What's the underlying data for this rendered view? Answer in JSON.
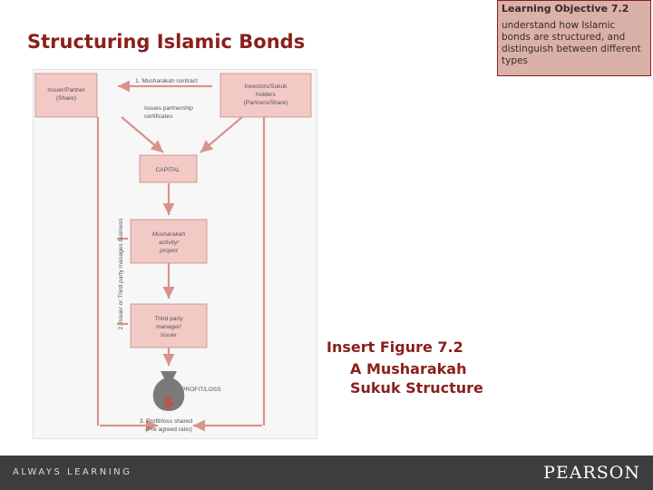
{
  "slide": {
    "title": "Structuring Islamic Bonds"
  },
  "objective": {
    "title": "Learning Objective 7.2",
    "text": "understand how Islamic bonds are structured, and distinguish between different types"
  },
  "figure": {
    "boxes": {
      "issuer": [
        "Issuer/Partner",
        "(Share)"
      ],
      "investors": [
        "Investors/Sukuk",
        "holders",
        "(Partners/Share)"
      ],
      "capital": [
        "CAPITAL"
      ],
      "activity": [
        "Musharakah",
        "activity/",
        "project"
      ],
      "manager": [
        "Third party",
        "manager/",
        "issuer"
      ]
    },
    "labels": {
      "contract": "1. Musharakah contract",
      "certificates": [
        "Issues partnership",
        "certificates"
      ],
      "vertical": "2. Issuer or Third party manages business",
      "profit_loss": "PROFIT/LOSS",
      "shared": [
        "3. Profit/loss shared",
        "(Pre agreed ratio)"
      ],
      "dollar": "$"
    },
    "colors": {
      "box_fill": "#f2c9c4",
      "box_stroke": "#c28a84",
      "arrow": "#d9928c",
      "bag": "#7a7a7a"
    }
  },
  "caption": {
    "title": "Insert Figure 7.2",
    "subtitle": "A Musharakah Sukuk Structure"
  },
  "footer": {
    "tagline": "ALWAYS LEARNING",
    "brand": "PEARSON"
  }
}
